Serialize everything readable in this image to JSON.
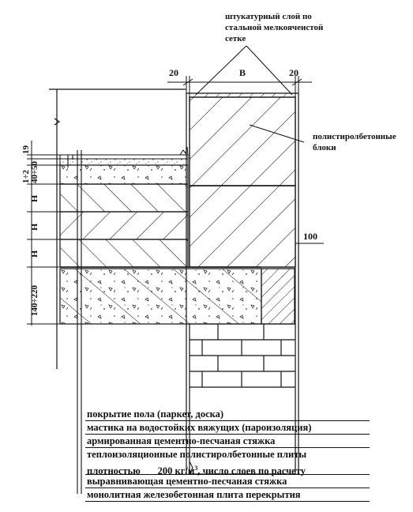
{
  "annotations": {
    "plaster_line1": "штукатурный слой по",
    "plaster_line2": "стальной мелкоячеистой",
    "plaster_line3": "сетке",
    "blocks_line1": "полистиролбетонные",
    "blocks_line2": "блоки",
    "dim_left_20": "20",
    "dim_B": "В",
    "dim_right_20": "20",
    "dim_100": "100"
  },
  "left_dimensions": {
    "d1": "1÷2",
    "d2": "19",
    "d3": "40÷50",
    "d4": "H",
    "d5": "H",
    "d6": "H",
    "d7": "140÷220"
  },
  "legend": {
    "row1": "покрытие пола (паркет, доска)",
    "row2": "мастика на водостойких вяжущих (пароизоляция)",
    "row3": "армированная цементно-песчаная стяжка",
    "row4": "теплоизоляционные полистиролбетонные плиты",
    "row5a": "плотностью",
    "row5b": "200 кг/м",
    "row5sup": "3",
    "row5c": ", число слоев по расчету",
    "row6": "выравнивающая цементно-песчаная стяжка",
    "row7": "монолитная железобетонная плита перекрытия"
  }
}
